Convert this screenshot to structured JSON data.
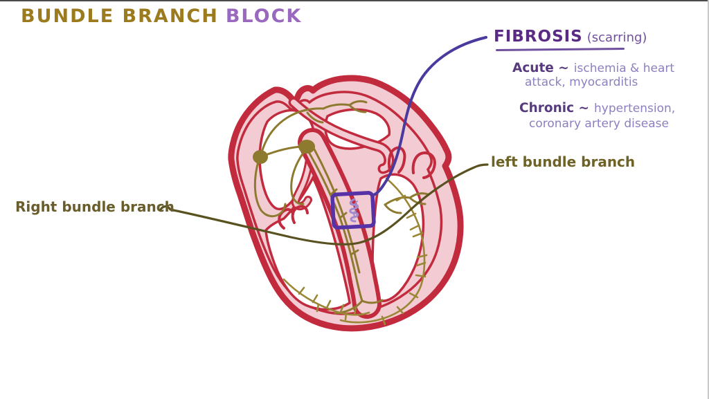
{
  "title": {
    "part1": "BUNDLE BRANCH",
    "part2": "BLOCK"
  },
  "annotations": {
    "fibrosis": {
      "term": "FIBROSIS",
      "qualifier": "(scarring)"
    },
    "acute": {
      "header": "Acute ~",
      "line1": "ischemia & heart",
      "line2": "attack, myocarditis"
    },
    "chronic": {
      "header": "Chronic ~",
      "line1": "hypertension,",
      "line2": "coronary artery disease"
    },
    "left_bundle": {
      "label": "left bundle branch"
    },
    "right_bundle": {
      "label": "Right bundle branch"
    }
  },
  "diagram": {
    "parts": [
      "heart-cross-section",
      "sa-node",
      "av-node",
      "bundle-of-his",
      "purkinje-fibers",
      "fibrosis-site-box",
      "fibrosis-pointer",
      "bundle-branch-pointer"
    ]
  },
  "palette": {
    "crimson": "#c22a3e",
    "pink": "#f3ccd3",
    "olive": "#8e7a2e",
    "olive_fiber": "#9a8736",
    "dark_olive_line": "#59511f",
    "gold_title": "#9c7b1e",
    "purple_title": "#9a68be",
    "purple_dark": "#5a2b84",
    "purple_mid": "#6f4f9e",
    "purple_hdr": "#57397e",
    "purple_body": "#8d7fc0",
    "indigo": "#4a3a9e",
    "box_purple": "#5532a6",
    "squiggle": "#9f8bd0",
    "olive_label_l": "#6e6327",
    "olive_label_r": "#6a5d2c"
  }
}
